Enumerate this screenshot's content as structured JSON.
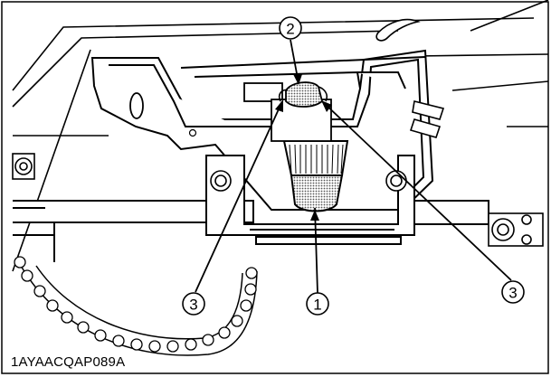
{
  "figure": {
    "code": "1AYAACQAP089A"
  },
  "callouts": [
    {
      "id": "c2-top",
      "number": "2"
    },
    {
      "id": "c1-bottom",
      "number": "1"
    },
    {
      "id": "c3-left",
      "number": "3"
    },
    {
      "id": "c3-right",
      "number": "3"
    }
  ],
  "colors": {
    "line": "#000000",
    "background": "#ffffff",
    "highlight_fill": "#bdbdbd"
  }
}
